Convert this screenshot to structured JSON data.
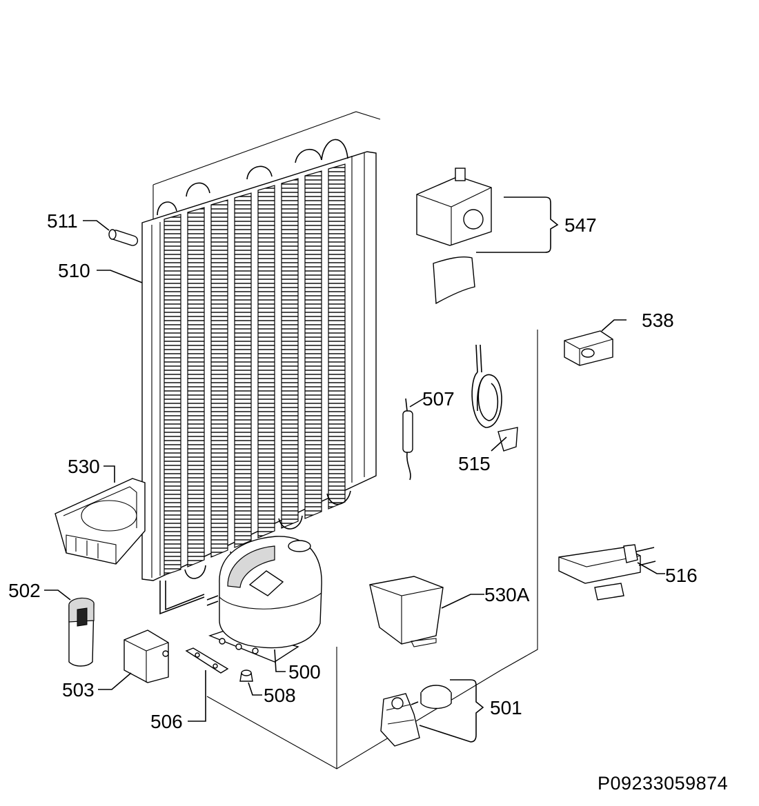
{
  "document_code": "P09233059874",
  "callouts": {
    "c500": "500",
    "c501": "501",
    "c502": "502",
    "c503": "503",
    "c506": "506",
    "c507": "507",
    "c508": "508",
    "c510": "510",
    "c511": "511",
    "c515": "515",
    "c516": "516",
    "c530": "530",
    "c530a": "530A",
    "c538": "538",
    "c547": "547"
  }
}
